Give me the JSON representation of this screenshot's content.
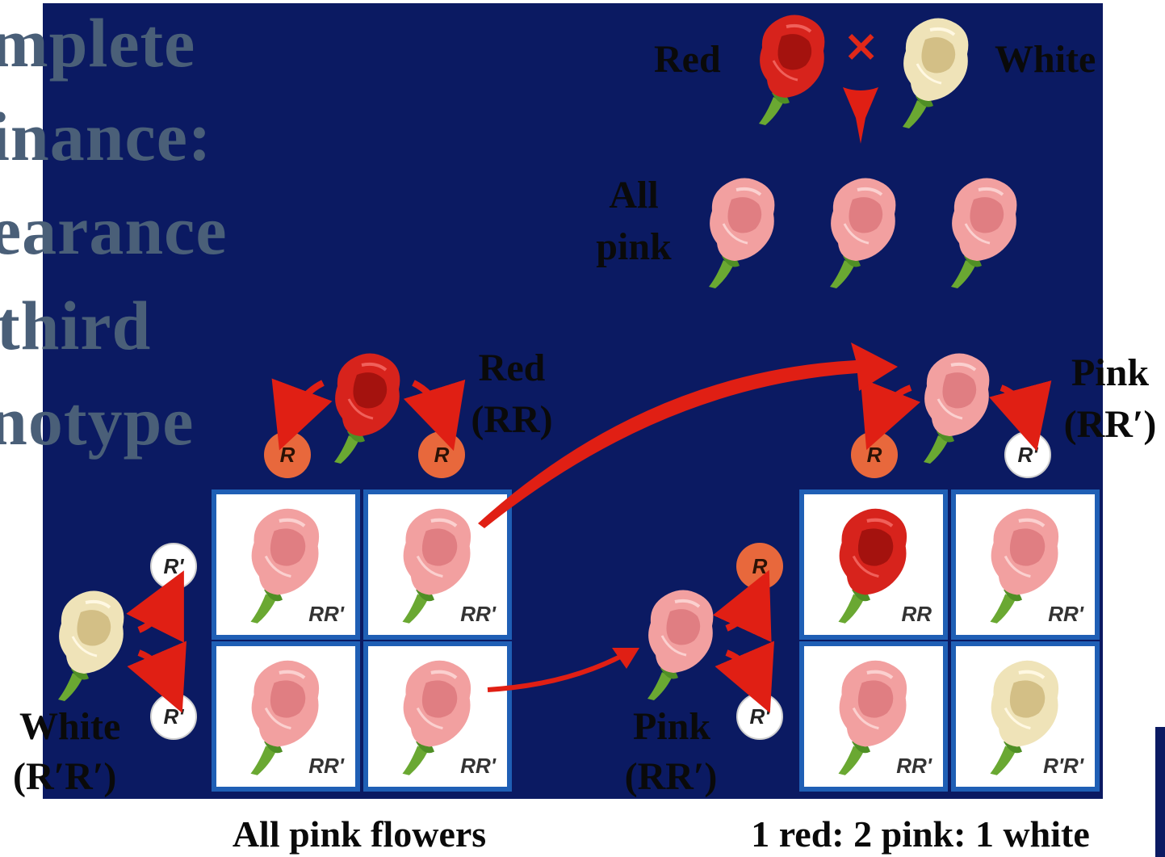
{
  "title_lines": [
    "mplete",
    "inance:",
    "earance",
    "third",
    "notype"
  ],
  "parents": {
    "red_label": "Red",
    "white_label": "White",
    "cross_symbol": "×"
  },
  "f1": {
    "label_line1": "All",
    "label_line2": "pink"
  },
  "left_cross": {
    "red_label_line1": "Red",
    "red_label_line2": "(RR)",
    "white_label_line1": "White",
    "white_label_line2": "(R′R′)",
    "top_alleles": [
      "R",
      "R"
    ],
    "side_alleles": [
      "R'",
      "R'"
    ],
    "cells": [
      "RR'",
      "RR'",
      "RR'",
      "RR'"
    ],
    "result": "All pink flowers"
  },
  "right_cross": {
    "pink_top_line1": "Pink",
    "pink_top_line2": "(RR′)",
    "pink_side_line1": "Pink",
    "pink_side_line2": "(RR′)",
    "top_alleles": [
      "R",
      "R'"
    ],
    "side_alleles": [
      "R",
      "R'"
    ],
    "cells": [
      "RR",
      "RR'",
      "RR'",
      "R'R'"
    ],
    "result": "1 red: 2 pink: 1 white"
  },
  "colors": {
    "background": "#0b1a62",
    "red_flower": "#d7231c",
    "pink_flower": "#f2a0a0",
    "white_flower": "#efe3b8",
    "arrow": "#e01f14",
    "cell_border": "#1f5fb5"
  }
}
